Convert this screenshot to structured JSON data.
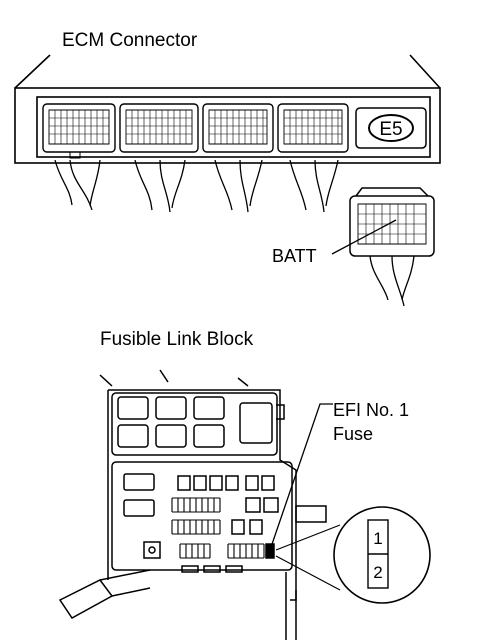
{
  "labels": {
    "ecm_connector": "ECM Connector",
    "connector_code": "E5",
    "batt": "BATT",
    "fusible_link_block": "Fusible Link Block",
    "efi_fuse_line1": "EFI No. 1",
    "efi_fuse_line2": "Fuse",
    "pin_1": "1",
    "pin_2": "2"
  },
  "colors": {
    "line": "#000000",
    "background": "#ffffff"
  }
}
